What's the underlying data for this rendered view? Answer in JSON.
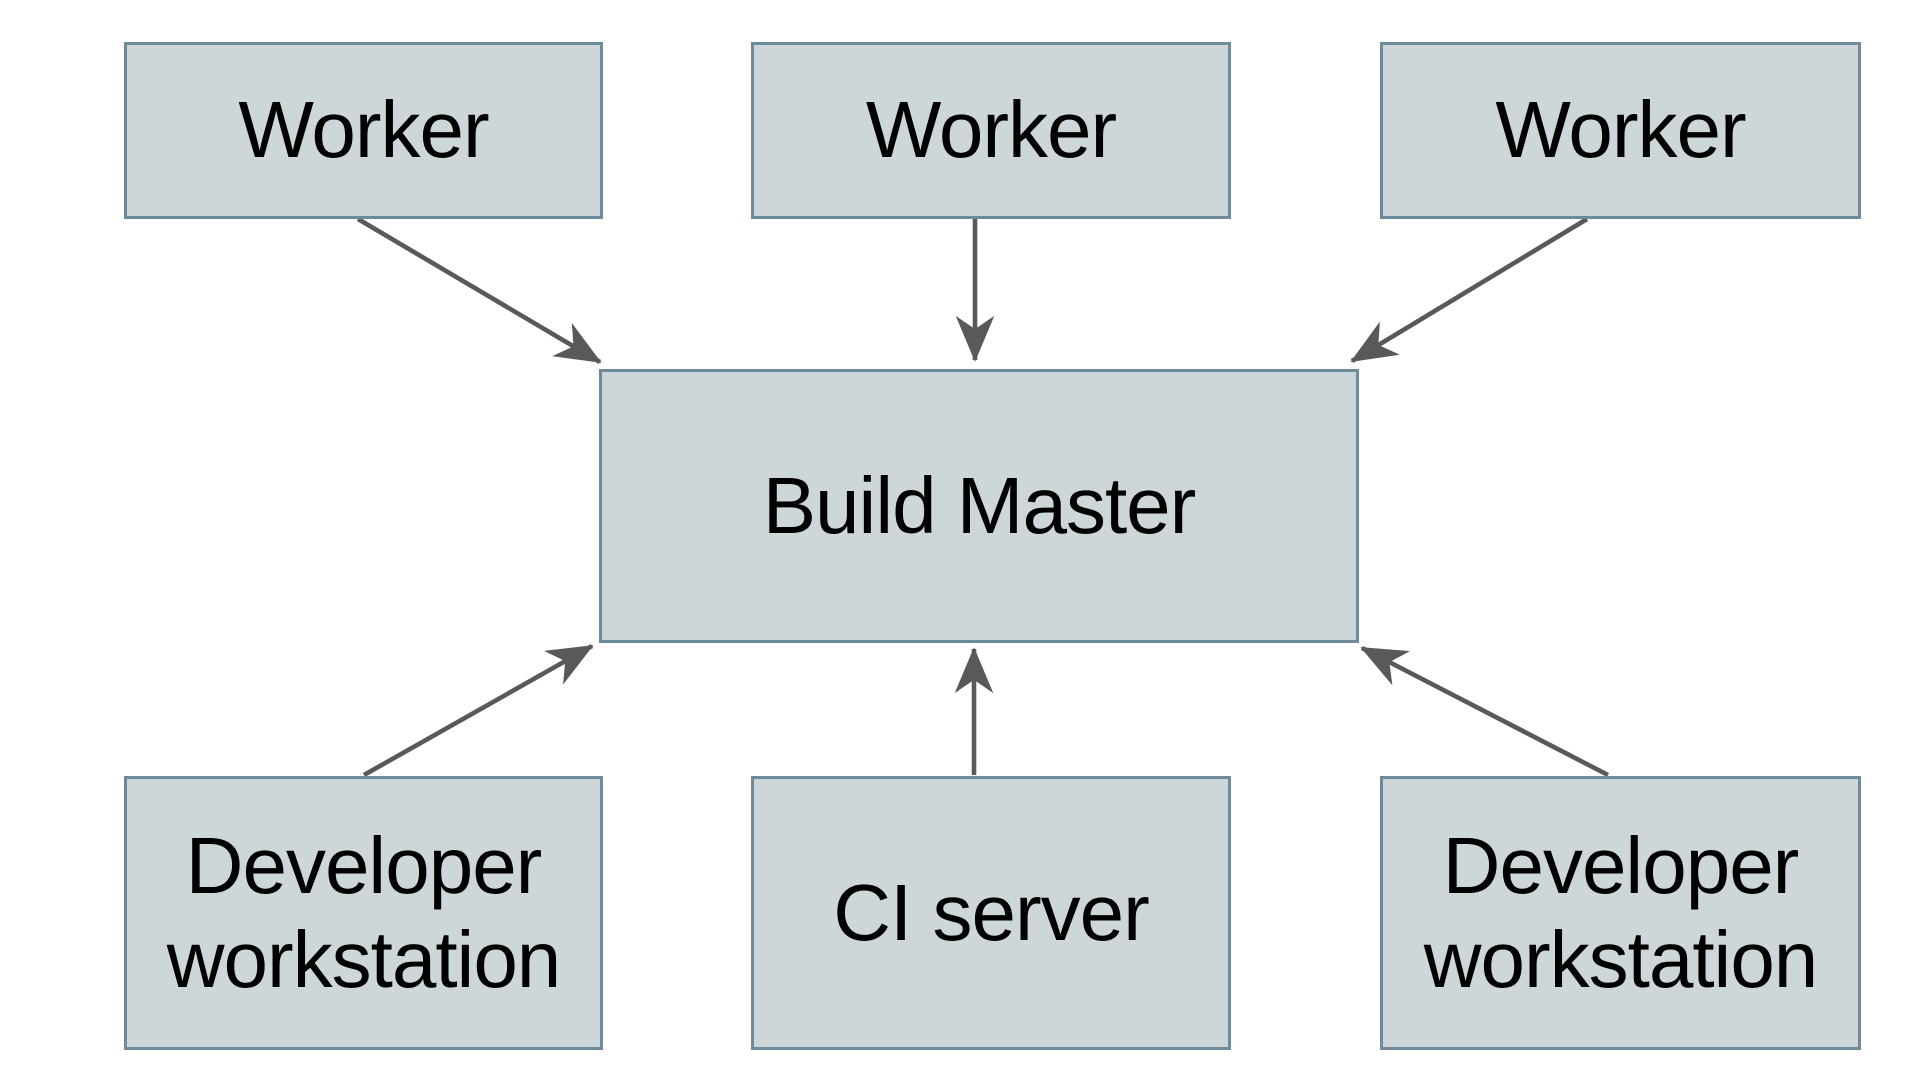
{
  "diagram": {
    "nodes": {
      "worker_1": {
        "label": "Worker"
      },
      "worker_2": {
        "label": "Worker"
      },
      "worker_3": {
        "label": "Worker"
      },
      "build_master": {
        "label": "Build Master"
      },
      "developer_workstation_1": {
        "label": "Developer workstation"
      },
      "ci_server": {
        "label": "CI server"
      },
      "developer_workstation_2": {
        "label": "Developer workstation"
      }
    },
    "edges": [
      {
        "from": "worker_1",
        "to": "build_master"
      },
      {
        "from": "worker_2",
        "to": "build_master"
      },
      {
        "from": "worker_3",
        "to": "build_master"
      },
      {
        "from": "developer_workstation_1",
        "to": "build_master"
      },
      {
        "from": "ci_server",
        "to": "build_master"
      },
      {
        "from": "developer_workstation_2",
        "to": "build_master"
      }
    ],
    "colors": {
      "node_fill": "#cdd6d9",
      "node_border": "#6e8b9b",
      "arrow": "#595959",
      "text": "#000000",
      "background": "#ffffff"
    }
  }
}
